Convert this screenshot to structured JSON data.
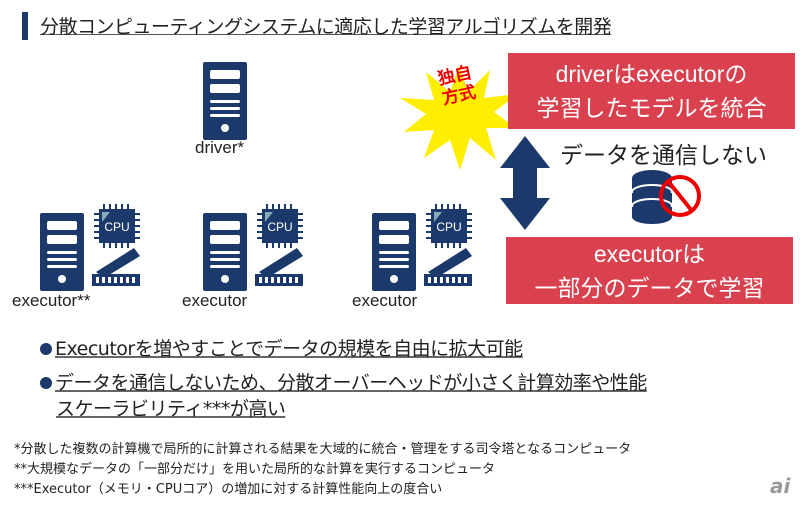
{
  "title": "分散コンピューティングシステムに適応した学習アルゴリズムを開発",
  "driver_label": "driver*",
  "executors": [
    {
      "label": "executor**"
    },
    {
      "label": "executor"
    },
    {
      "label": "executor"
    }
  ],
  "cpu_text": "CPU",
  "badge": {
    "line1": "独自",
    "line2": "方式"
  },
  "driver_box": {
    "line1": "driverはexecutorの",
    "line2": "学習したモデルを統合"
  },
  "no_comm": "データを通信しない",
  "executor_box": {
    "line1": "executorは",
    "line2": "一部分のデータで学習"
  },
  "bullets": [
    {
      "lines": [
        "Executorを増やすことでデータの規模を自由に拡大可能"
      ]
    },
    {
      "lines": [
        "データを通信しないため、分散オーバーヘッドが小さく計算効率や性能",
        "スケーラビリティ***が高い"
      ]
    }
  ],
  "footnotes": [
    "*分散した複数の計算機で局所的に計算される結果を大域的に統合・管理をする司令塔となるコンピュータ",
    "**大規模なデータの「一部分だけ」を用いた局所的な計算を実行するコンピュータ",
    "***Executor（メモリ・CPUコア）の増加に対する計算性能向上の度合い"
  ],
  "logo": "ai",
  "colors": {
    "navy": "#1b3a6b",
    "red": "#d9414f",
    "star": "#ffee00"
  }
}
